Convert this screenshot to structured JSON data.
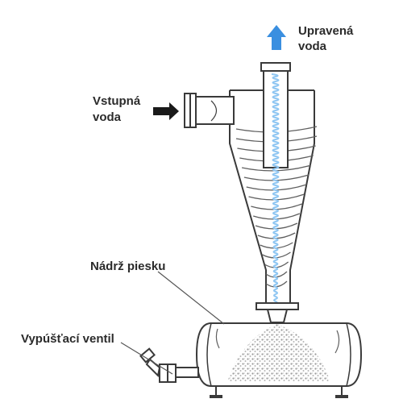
{
  "labels": {
    "outlet_line1": "Upravená",
    "outlet_line2": "voda",
    "inlet_line1": "Vstupná",
    "inlet_line2": "voda",
    "sand_tank": "Nádrž piesku",
    "drain_valve": "Vypúšťací ventil"
  },
  "colors": {
    "outline": "#3a3a3a",
    "swirl": "#5f5f5f",
    "vortex": "#8fc6f2",
    "arrow_blue": "#3a8fe0",
    "arrow_black": "#1a1a1a",
    "sand": "#b9b9b9"
  }
}
